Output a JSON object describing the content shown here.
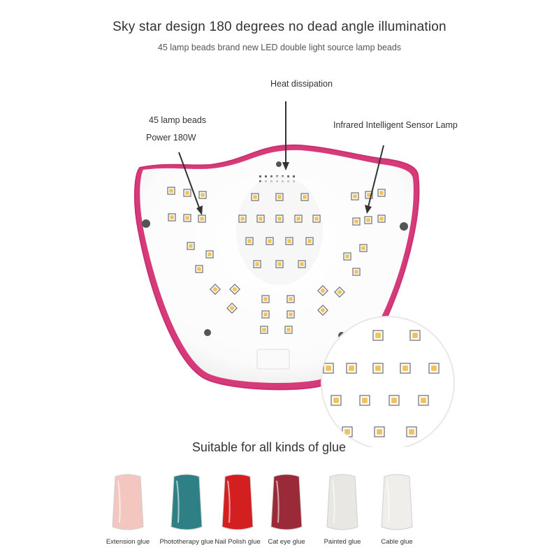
{
  "header": {
    "title": "Sky star design 180 degrees no dead angle illumination",
    "subtitle": "45 lamp beads brand new LED double light source lamp beads"
  },
  "callouts": {
    "heat": "Heat dissipation",
    "beads": "45 lamp beads",
    "power": "Power 180W",
    "sensor": "Infrared Intelligent Sensor Lamp"
  },
  "glue_section": {
    "title": "Suitable for all kinds of glue",
    "items": [
      {
        "label": "Extension glue",
        "color": "#f3c6c0"
      },
      {
        "label": "Phototherapy glue",
        "color": "#2f7f86"
      },
      {
        "label": "Nail Polish glue",
        "color": "#d31f1f"
      },
      {
        "label": "Cat eye glue",
        "color": "#9b2a38"
      },
      {
        "label": "Painted glue",
        "color": "#e9e7e3"
      },
      {
        "label": "Cable glue",
        "color": "#f0eeea"
      }
    ]
  },
  "colors": {
    "lamp_border": "#d63a78",
    "led": "#f2c25a"
  }
}
